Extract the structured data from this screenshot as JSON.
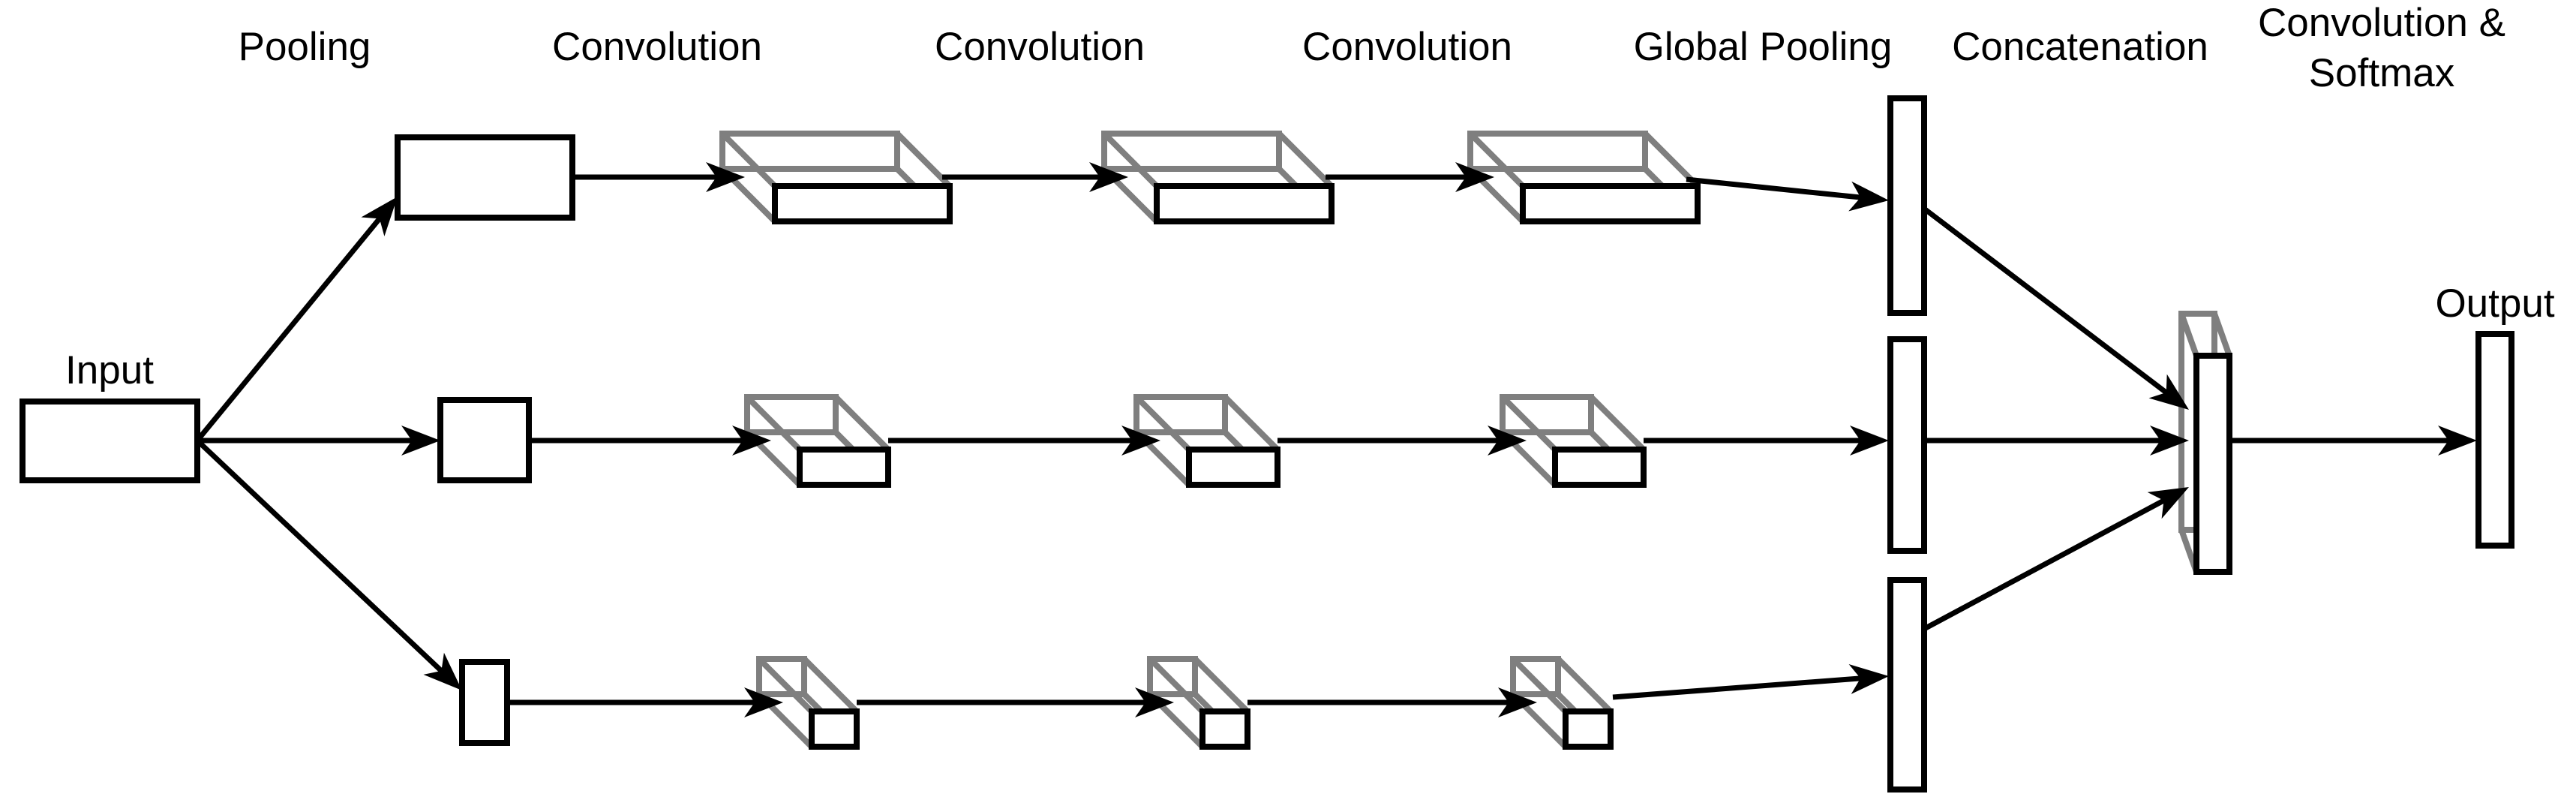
{
  "diagram": {
    "input_label": "Input",
    "output_label": "Output",
    "stages": {
      "pooling": "Pooling",
      "convolution_1": "Convolution",
      "convolution_2": "Convolution",
      "convolution_3": "Convolution",
      "global_pooling": "Global Pooling",
      "concatenation": "Concatenation",
      "conv_softmax_line1": "Convolution &",
      "conv_softmax_line2": "Softmax"
    },
    "structure": {
      "branches": 3,
      "convolutions_per_branch": 3,
      "flow": [
        "Input",
        "Pooling",
        "Convolution",
        "Convolution",
        "Convolution",
        "Global Pooling",
        "Concatenation",
        "Convolution & Softmax",
        "Output"
      ]
    },
    "colors": {
      "outline": "#000000",
      "back_face": "#7f7f7f",
      "fill": "#ffffff",
      "background": "#ffffff"
    }
  }
}
